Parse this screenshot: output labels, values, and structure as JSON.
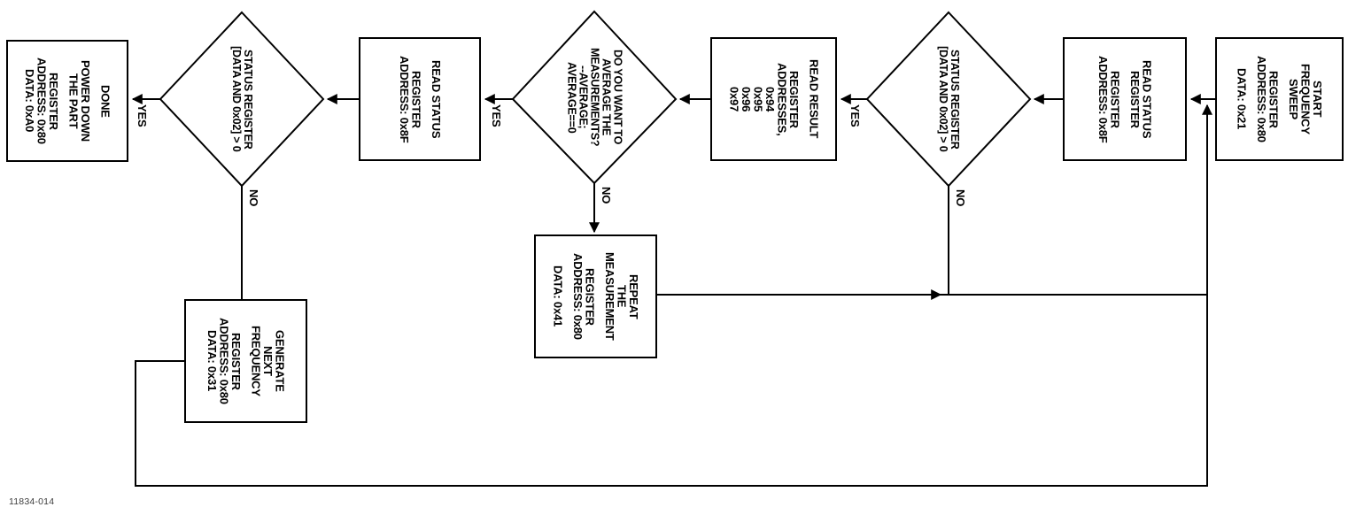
{
  "figure_label": "11834-014",
  "colors": {
    "line": "#000000",
    "background": "#ffffff",
    "text": "#000000"
  },
  "labels": {
    "yes": "YES",
    "no": "NO"
  },
  "nodes": {
    "start": {
      "type": "process",
      "groups": [
        [
          "START",
          "FREQUENCY",
          "SWEEP"
        ],
        [
          "REGISTER",
          "ADDRESS: 0x80"
        ],
        [
          "DATA: 0x21"
        ]
      ]
    },
    "read_status_register_1": {
      "type": "process",
      "groups": [
        [
          "READ STATUS",
          "REGISTER"
        ],
        [
          "REGISTER",
          "ADDRESS: 0x8F"
        ]
      ]
    },
    "status_check_1": {
      "type": "decision",
      "groups": [
        [
          "STATUS REGISTER",
          "[DATA AND 0x02] > 0"
        ]
      ]
    },
    "read_result": {
      "type": "process",
      "groups": [
        [
          "READ RESULT"
        ],
        [
          "REGISTER",
          "ADDRESSES,",
          "0x94",
          "0x95",
          "0x96",
          "0x97"
        ]
      ]
    },
    "average_check": {
      "type": "decision",
      "groups": [
        [
          "DO YOU WANT TO",
          "AVERAGE THE",
          "MEASUREMENTS?",
          "--AVERAGE;",
          "AVERAGE==0"
        ]
      ]
    },
    "repeat_measurement": {
      "type": "process",
      "groups": [
        [
          "REPEAT",
          "THE",
          "MEASUREMENT"
        ],
        [
          "REGISTER",
          "ADDRESS: 0x80"
        ],
        [
          "DATA: 0x41"
        ]
      ]
    },
    "read_status_2": {
      "type": "process",
      "groups": [
        [
          "READ STATUS"
        ],
        [
          "REGISTER",
          "ADDRESS: 0x8F"
        ]
      ]
    },
    "status_check_2": {
      "type": "decision",
      "groups": [
        [
          "STATUS REGISTER",
          "[DATA AND 0x02] > 0"
        ]
      ]
    },
    "done": {
      "type": "terminator",
      "groups": [
        [
          "DONE"
        ],
        [
          "POWER DOWN",
          "THE PART"
        ],
        [
          "REGISTER",
          "ADDRESS: 0x80",
          "DATA: 0xA0"
        ]
      ]
    },
    "generate_next_frequency": {
      "type": "process",
      "groups": [
        [
          "GENERATE",
          "NEXT",
          "FREQUENCY"
        ],
        [
          "REGISTER",
          "ADDRESS: 0x80",
          "DATA: 0x31"
        ]
      ]
    }
  }
}
